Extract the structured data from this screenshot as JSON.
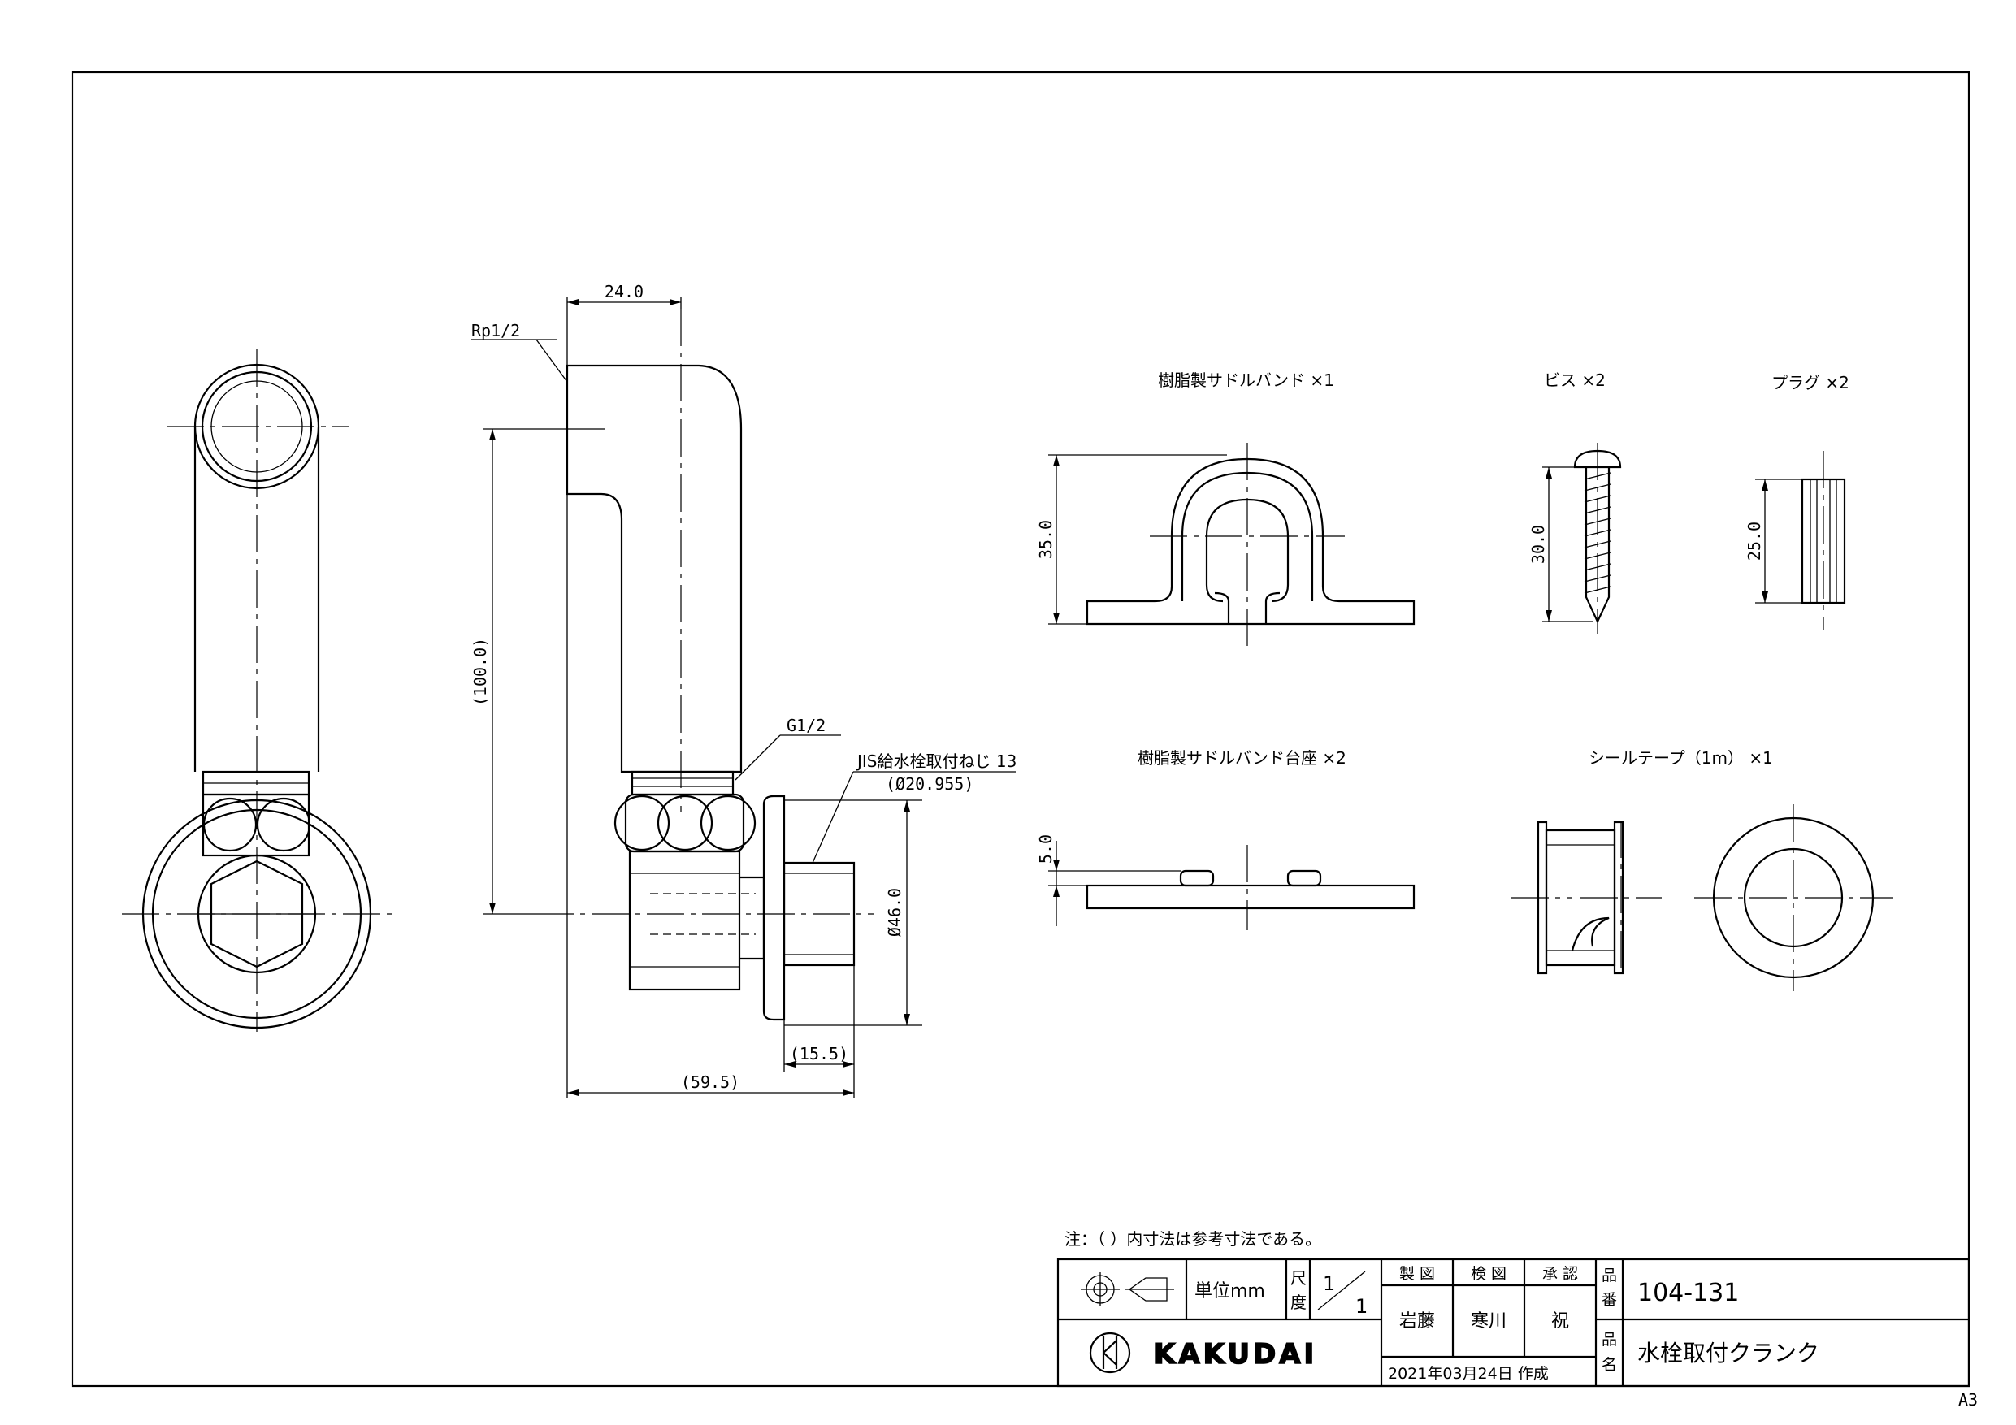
{
  "dimensions": {
    "d24": "24.0",
    "rp": "Rp1/2",
    "d100": "(100.0)",
    "g12": "G1/2",
    "jis": "JIS給水栓取付ねじ 13",
    "d20955": "(Ø20.955)",
    "d46": "Ø46.0",
    "d155": "(15.5)",
    "d595": "(59.5)",
    "d35": "35.0",
    "d30": "30.0",
    "d25": "25.0",
    "d5": "5.0"
  },
  "parts": {
    "saddle_band": "樹脂製サドルバンド ×1",
    "screw": "ビス ×2",
    "plug": "プラグ ×2",
    "saddle_base": "樹脂製サドルバンド台座 ×2",
    "seal_tape": "シールテープ（1m） ×1"
  },
  "note": "注：（ ）内寸法は参考寸法である。",
  "title_block": {
    "unit_label": "単位mm",
    "scale_label_1": "尺",
    "scale_label_2": "度",
    "scale_num": "1",
    "scale_den": "1",
    "drawn_header": "製 図",
    "checked_header": "検 図",
    "approved_header": "承 認",
    "drawn_by": "岩藤",
    "checked_by": "寒川",
    "approved_by": "祝",
    "date": "2021年03月24日 作成",
    "part_no_label_1": "品",
    "part_no_label_2": "番",
    "part_no": "104-131",
    "part_name_label_1": "品",
    "part_name_label_2": "名",
    "part_name": "水栓取付クランク",
    "company": "KAKUDAI",
    "sheet_size": "A3"
  }
}
